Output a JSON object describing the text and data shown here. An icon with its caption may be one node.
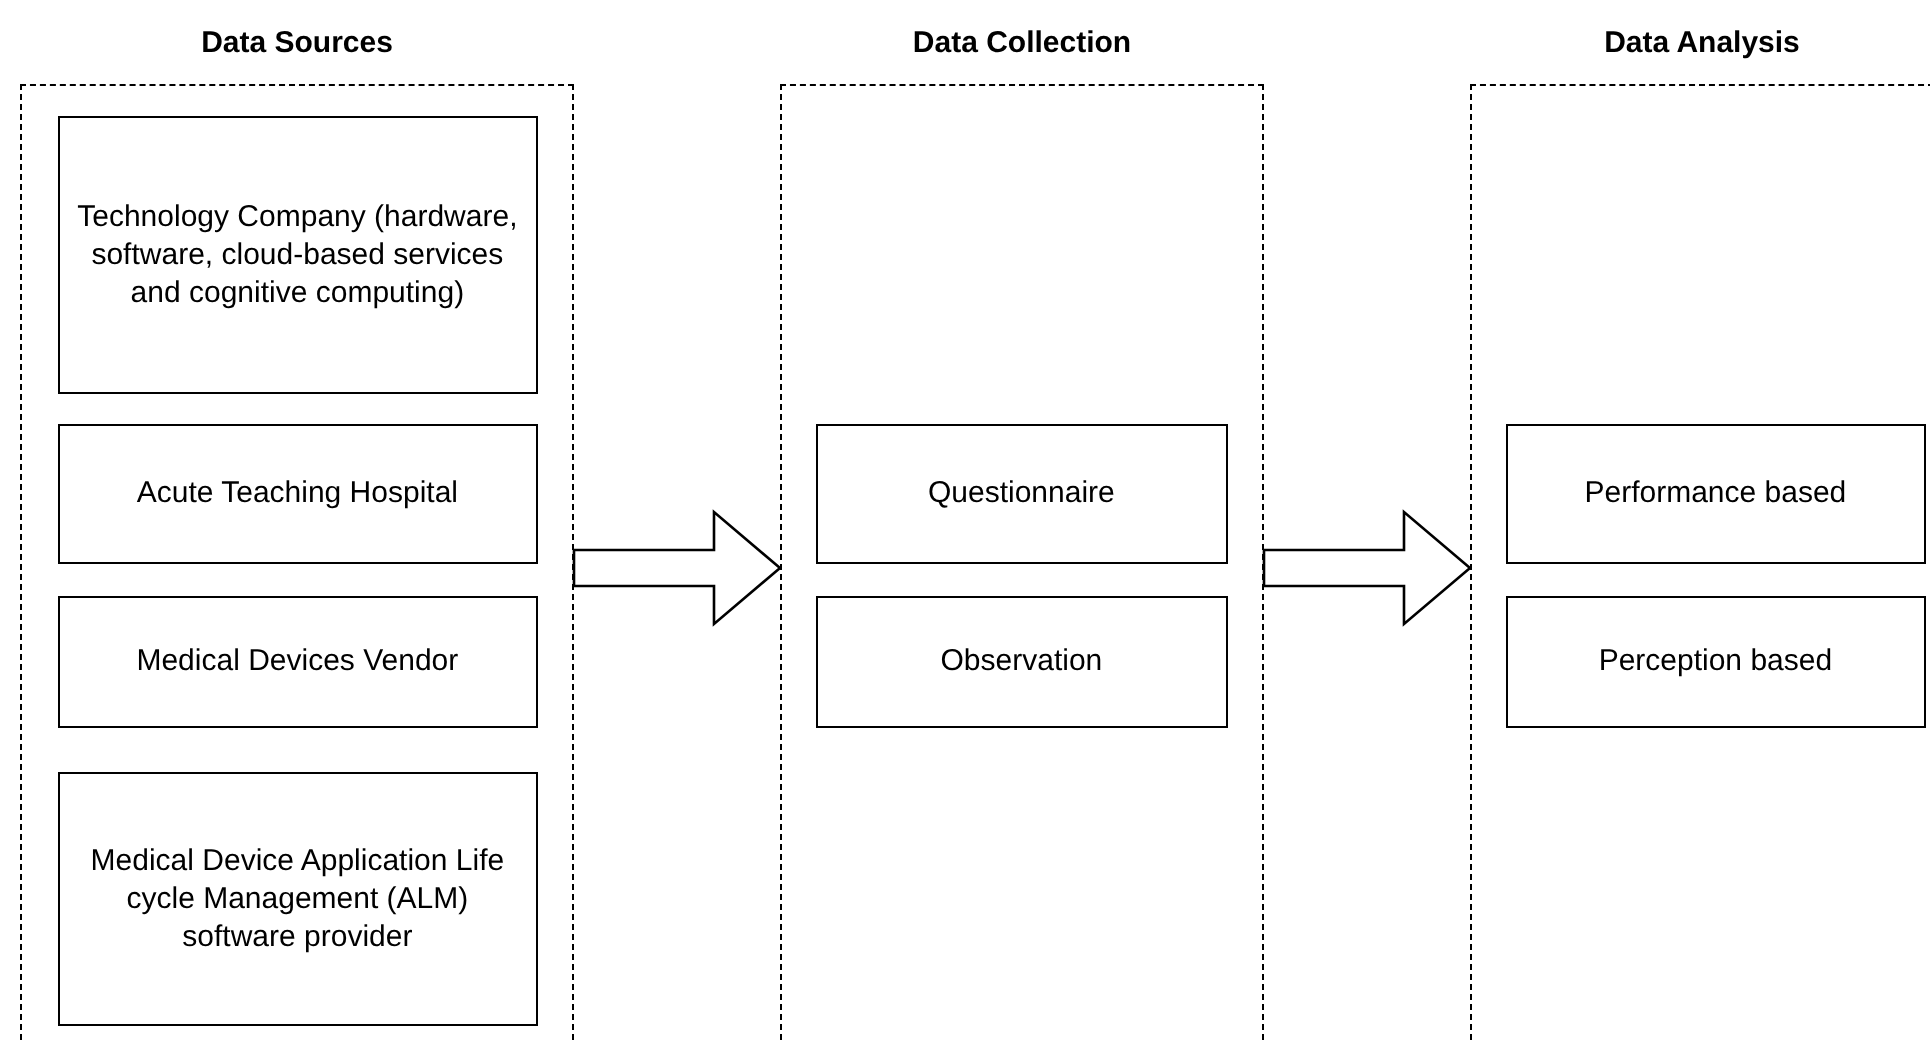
{
  "diagram": {
    "nodes": [
      {
        "text": [
          "Data Sources"
        ]
      },
      {
        "text": [
          "Technology Company (hardware, software, cloud-based services and cognitive computing)"
        ],
        "in": 0
      },
      {
        "text": [
          "Acute Teaching Hospital"
        ],
        "in": 0
      },
      {
        "text": [
          "Medical Devices Vendor"
        ],
        "in": 0
      },
      {
        "text": [
          "Medical Device Application Life cycle Management (ALM) software provider"
        ],
        "in": 0
      },
      {
        "text": [
          "Data Collection"
        ]
      },
      {
        "text": [
          "Questionnaire"
        ],
        "in": 5
      },
      {
        "text": [
          "Observation"
        ],
        "in": 5
      },
      {
        "text": [
          "Data Analysis"
        ]
      },
      {
        "text": [
          "Performance based"
        ],
        "in": 8
      },
      {
        "text": [
          "Perception based"
        ],
        "in": 8
      }
    ],
    "edges": [
      {
        "from": 0,
        "to": 5,
        "arrow": "to"
      },
      {
        "from": 5,
        "to": 8,
        "arrow": "to"
      }
    ]
  }
}
